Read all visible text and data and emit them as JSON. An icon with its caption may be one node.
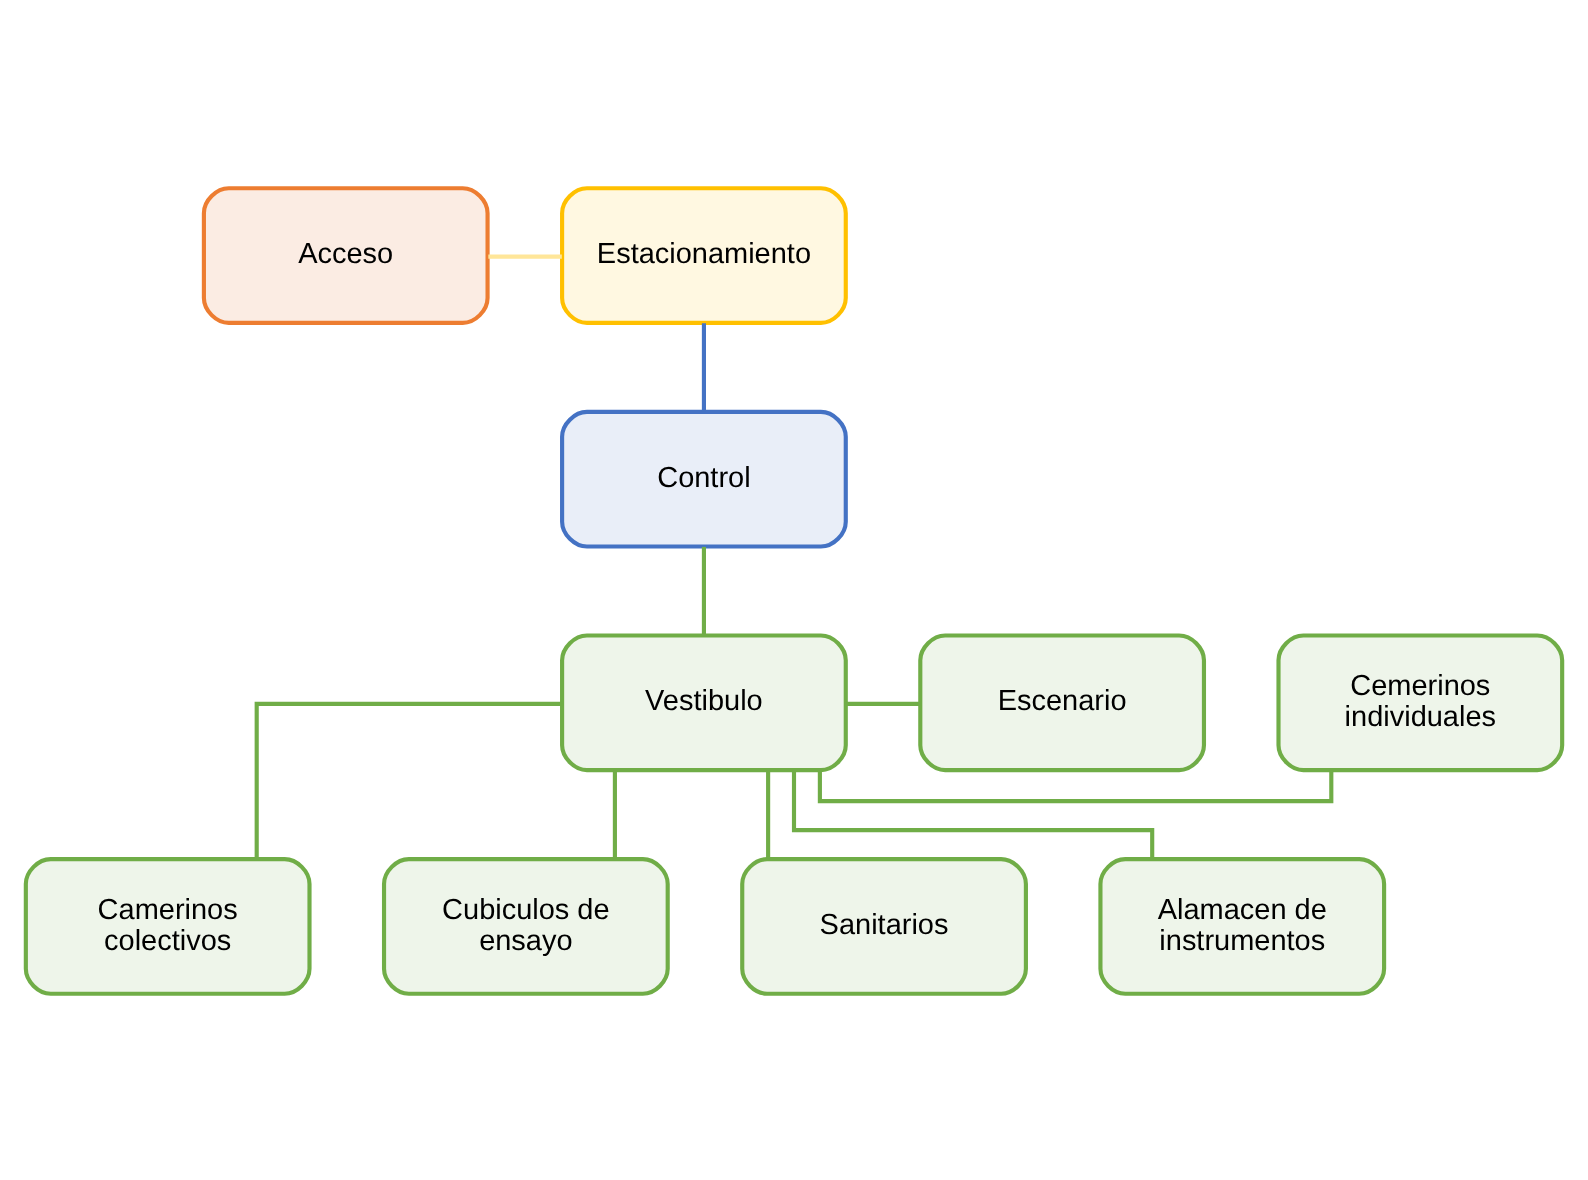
{
  "diagram": {
    "nodes": [
      {
        "text": [
          "Acceso"
        ]
      },
      {
        "text": [
          "Estacionamiento"
        ]
      },
      {
        "text": [
          "Control"
        ]
      },
      {
        "text": [
          "Cemerinos individuales"
        ]
      },
      {
        "text": [
          "Vestibulo"
        ]
      },
      {
        "text": [
          "Escenario"
        ]
      },
      {
        "text": [
          "Camerinos colectivos"
        ]
      },
      {
        "text": [
          "Cubiculos de ensayo"
        ]
      },
      {
        "text": [
          "Sanitarios"
        ]
      },
      {
        "text": [
          "Alamacen de instrumentos"
        ]
      }
    ],
    "edges": [
      {
        "from": 0,
        "to": 1,
        "arrow": "none",
        "color": "#ffe699"
      },
      {
        "from": 1,
        "to": 2,
        "arrow": "none",
        "color": "#4472c4"
      },
      {
        "from": 2,
        "to": 4,
        "arrow": "none"
      },
      {
        "from": 4,
        "to": 3,
        "arrow": "none"
      },
      {
        "from": 4,
        "to": 5,
        "arrow": "none"
      },
      {
        "from": 4,
        "to": 6,
        "arrow": "none"
      },
      {
        "from": 4,
        "to": 7,
        "arrow": "none"
      },
      {
        "from": 4,
        "to": 8,
        "arrow": "none"
      },
      {
        "from": 4,
        "to": 9,
        "arrow": "none"
      }
    ]
  }
}
